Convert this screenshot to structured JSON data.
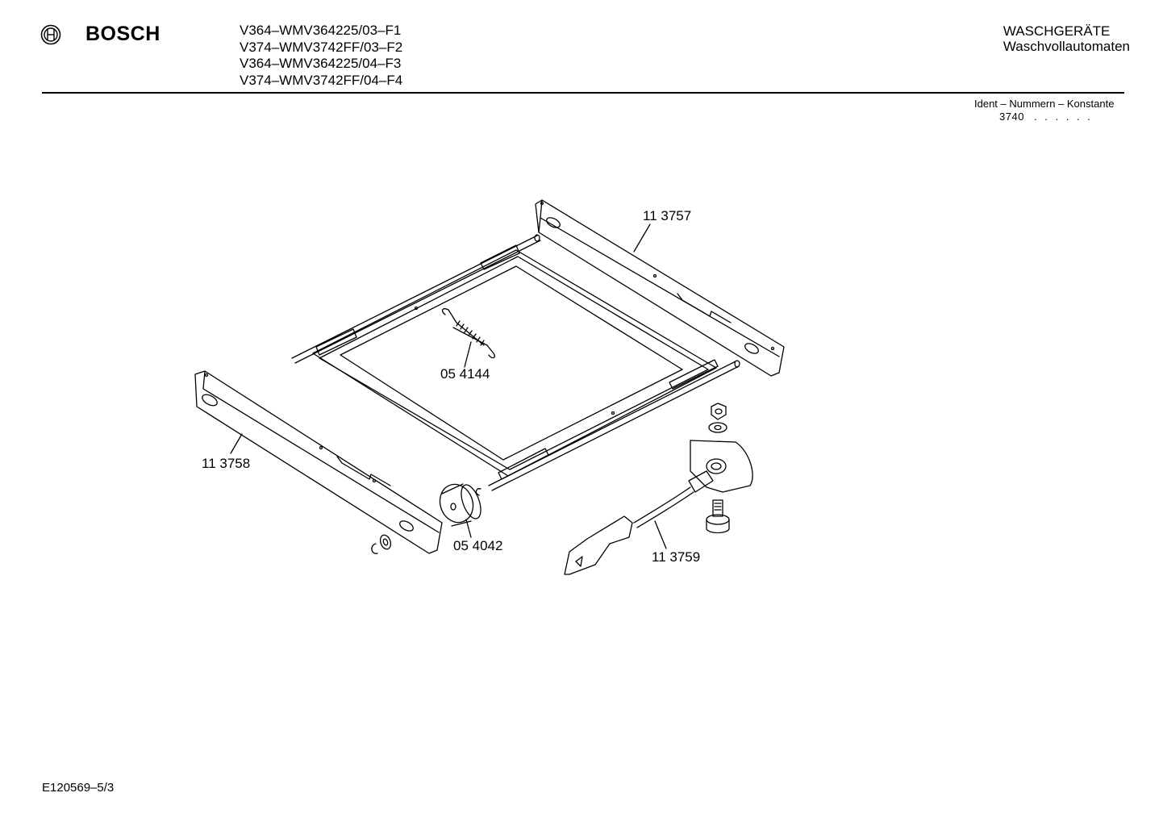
{
  "header": {
    "brand": "BOSCH",
    "models": [
      "V364–WMV364225/03–F1",
      "V374–WMV3742FF/03–F2",
      "V364–WMV364225/04–F3",
      "V374–WMV3742FF/04–F4"
    ],
    "category_title": "WASCHGERÄTE",
    "category_subtitle": "Waschvollautomaten",
    "ident_label": "Ident – Nummern – Konstante",
    "ident_code": "3740",
    "ident_dots": ". .   . . . ."
  },
  "parts": {
    "rail_back": "11 3757",
    "spring": "05 4144",
    "rail_front": "11 3758",
    "roller": "05 4042",
    "lever": "11 3759"
  },
  "footer": {
    "doc_number": "E120569–5/3"
  },
  "colors": {
    "ink": "#000000",
    "paper": "#ffffff"
  }
}
